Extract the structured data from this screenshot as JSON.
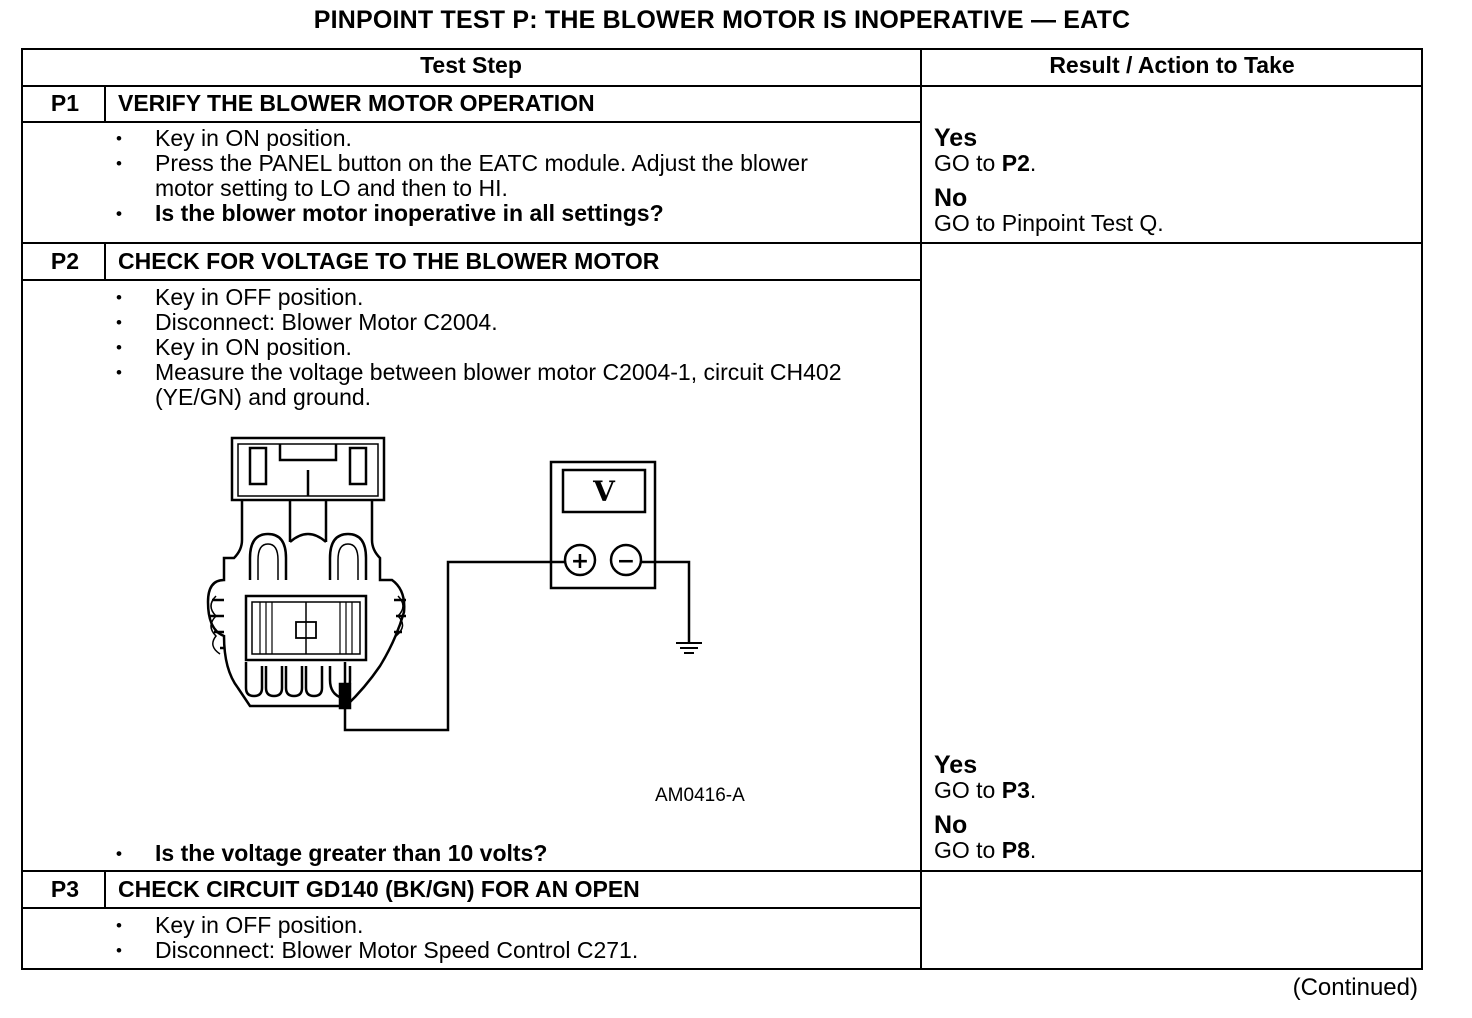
{
  "title": "PINPOINT TEST  P: THE BLOWER MOTOR IS INOPERATIVE — EATC",
  "headers": {
    "test_step": "Test Step",
    "result": "Result / Action to Take"
  },
  "steps": [
    {
      "id": "P1",
      "title": "VERIFY THE BLOWER MOTOR OPERATION",
      "bullets": [
        "Key in ON position.",
        "Press the PANEL button on the EATC module. Adjust the blower motor setting to LO and then to HI.",
        "Is the blower motor inoperative in all settings?"
      ],
      "results": [
        {
          "answer": "Yes",
          "prefix": "GO to ",
          "target": "P2",
          "suffix": "."
        },
        {
          "answer": "No",
          "prefix": "GO to Pinpoint Test Q.",
          "target": "",
          "suffix": ""
        }
      ]
    },
    {
      "id": "P2",
      "title": "CHECK FOR VOLTAGE TO THE BLOWER MOTOR",
      "bullets": [
        "Key in OFF position.",
        "Disconnect: Blower Motor C2004.",
        "Key in ON position.",
        "Measure the voltage between blower motor C2004-1, circuit CH402 (YE/GN) and ground.",
        "Is the voltage greater than 10 volts?"
      ],
      "figure": {
        "id": "AM0416-A",
        "meter_label": "V",
        "plus": "+",
        "minus": "−"
      },
      "results": [
        {
          "answer": "Yes",
          "prefix": "GO to ",
          "target": "P3",
          "suffix": "."
        },
        {
          "answer": "No",
          "prefix": "GO to ",
          "target": "P8",
          "suffix": "."
        }
      ]
    },
    {
      "id": "P3",
      "title": "CHECK CIRCUIT GD140 (BK/GN) FOR AN OPEN",
      "bullets": [
        "Key in OFF position.",
        "Disconnect: Blower Motor Speed Control C271."
      ]
    }
  ],
  "continued": "(Continued)"
}
